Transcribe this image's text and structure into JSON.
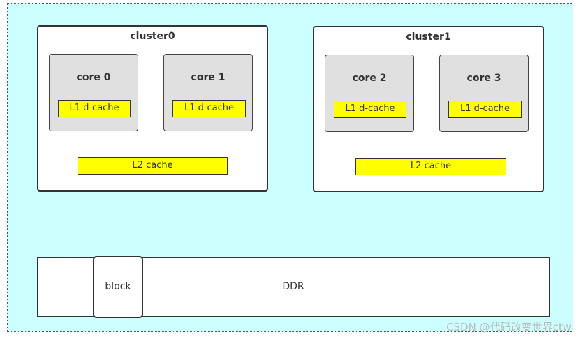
{
  "clusters": [
    {
      "title": "cluster0",
      "cores": [
        {
          "label": "core 0",
          "l1": "L1 d-cache"
        },
        {
          "label": "core 1",
          "l1": "L1 d-cache"
        }
      ],
      "l2": "L2 cache"
    },
    {
      "title": "cluster1",
      "cores": [
        {
          "label": "core 2",
          "l1": "L1 d-cache"
        },
        {
          "label": "core 3",
          "l1": "L1 d-cache"
        }
      ],
      "l2": "L2 cache"
    }
  ],
  "memory": {
    "label": "DDR",
    "block": "block"
  },
  "watermark": "CSDN @代码改变世界ctw",
  "colors": {
    "background": "#ccffff",
    "cache": "#ffff00",
    "core": "#e0e0e0"
  }
}
